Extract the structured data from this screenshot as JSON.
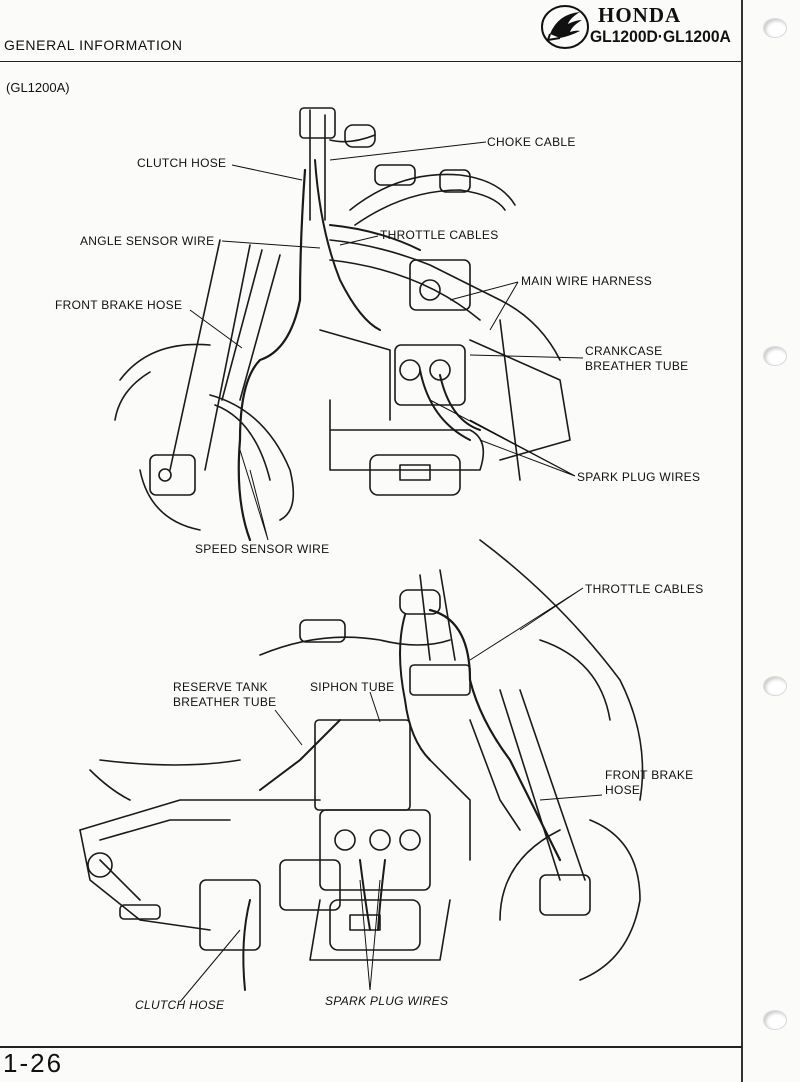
{
  "header": {
    "section_title": "GENERAL INFORMATION",
    "brand": "HONDA",
    "models": "GL1200D·GL1200A",
    "logo_icon": "honda-wing-logo"
  },
  "subtitle": "(GL1200A)",
  "diagram_top": {
    "labels": {
      "choke_cable": "CHOKE CABLE",
      "clutch_hose": "CLUTCH HOSE",
      "throttle_cables": "THROTTLE CABLES",
      "angle_sensor_wire": "ANGLE SENSOR WIRE",
      "main_wire_harness": "MAIN WIRE HARNESS",
      "front_brake_hose": "FRONT BRAKE HOSE",
      "crankcase_breather_tube": "CRANKCASE\nBREATHER TUBE",
      "spark_plug_wires": "SPARK PLUG WIRES",
      "speed_sensor_wire": "SPEED SENSOR WIRE"
    }
  },
  "diagram_bottom": {
    "labels": {
      "throttle_cables": "THROTTLE CABLES",
      "reserve_tank_breather_tube": "RESERVE TANK\nBREATHER TUBE",
      "siphon_tube": "SIPHON TUBE",
      "front_brake_hose": "FRONT BRAKE\nHOSE",
      "clutch_hose": "CLUTCH HOSE",
      "spark_plug_wires": "SPARK PLUG WIRES"
    }
  },
  "footer": {
    "page_number": "1-26"
  }
}
